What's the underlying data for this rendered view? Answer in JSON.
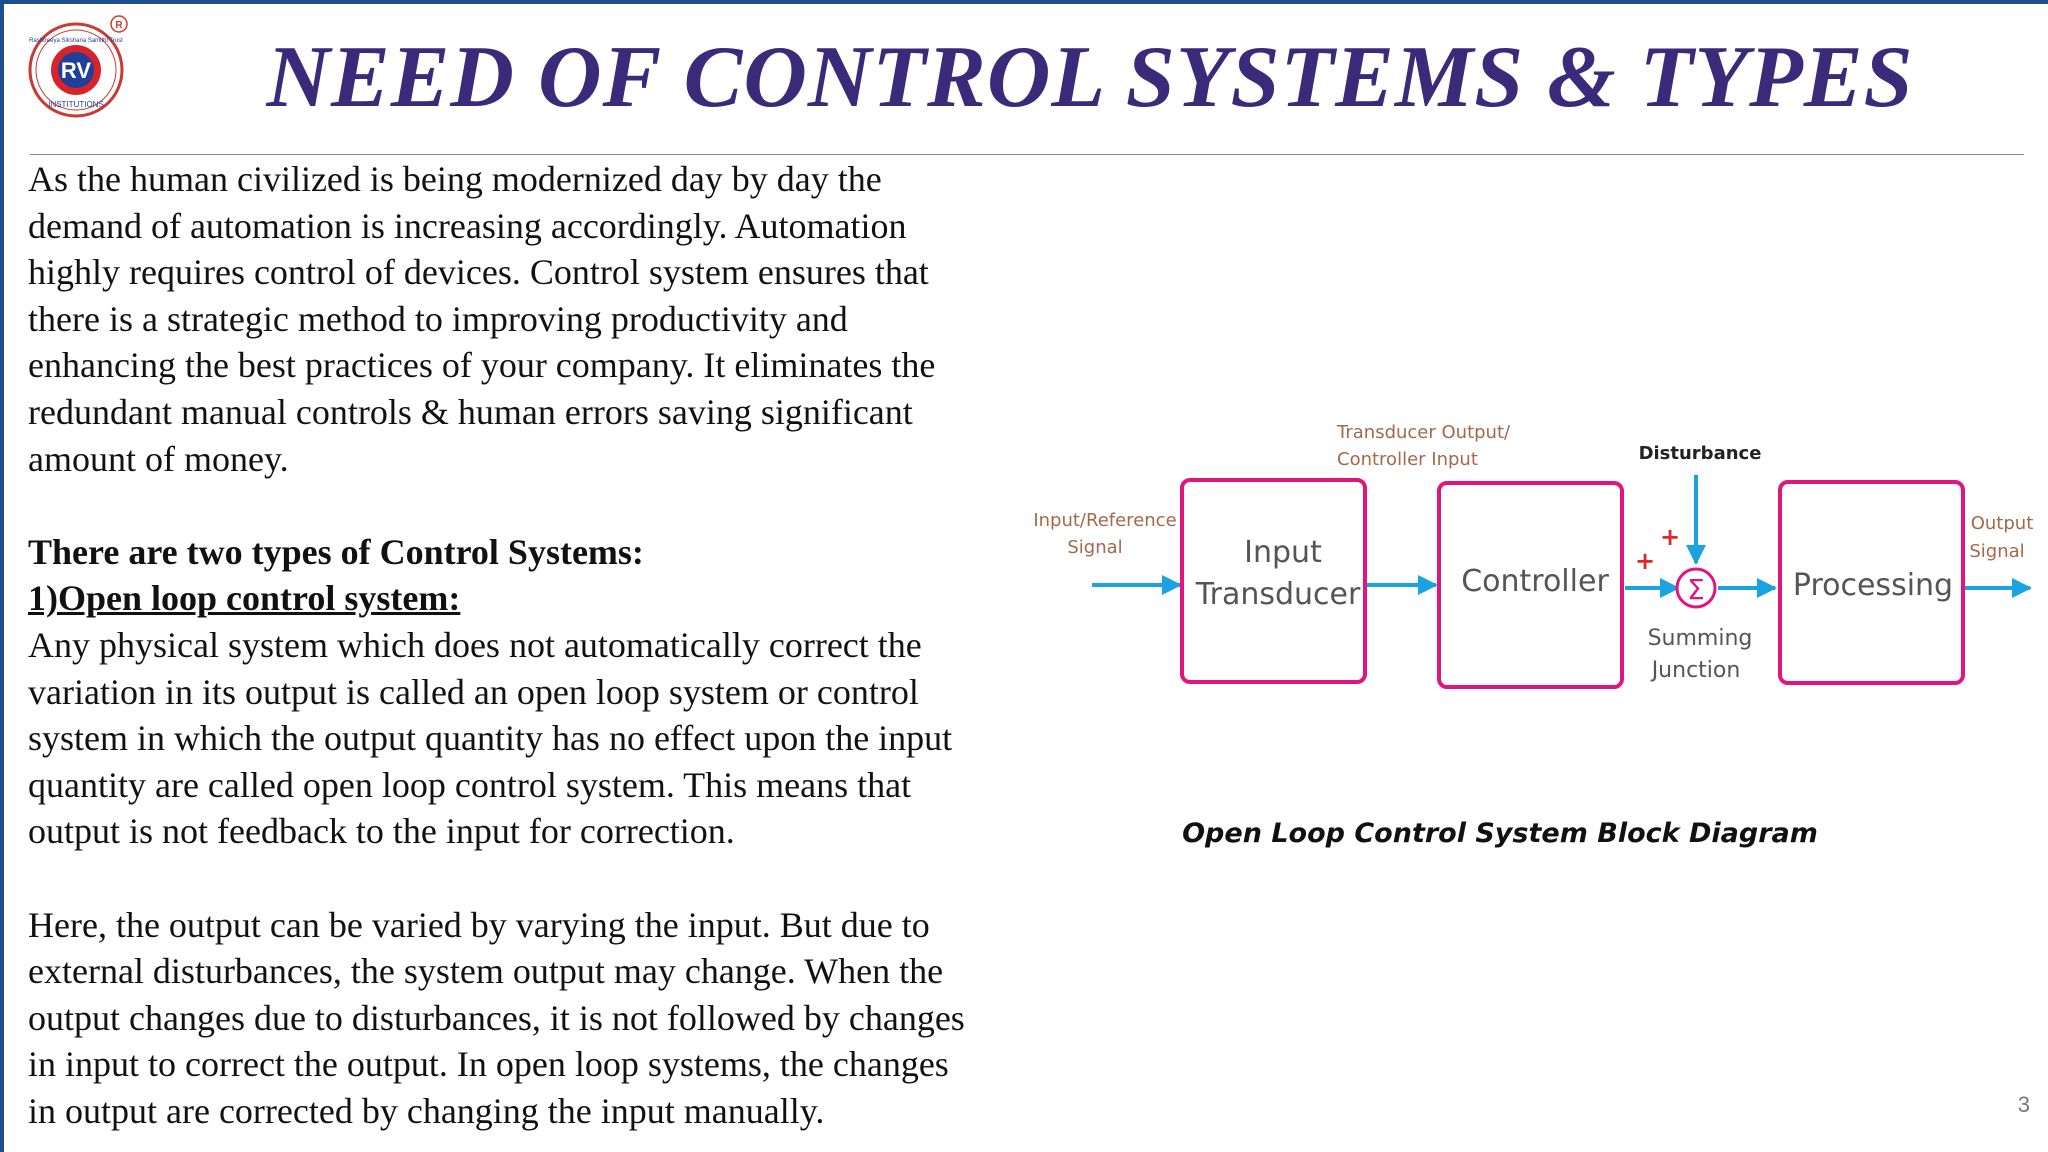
{
  "slide": {
    "title": "NEED OF CONTROL SYSTEMS & TYPES",
    "page_number": "3"
  },
  "logo": {
    "initials": "RV",
    "ring_text": "Rashtreeya Sikshana Samithi Trust",
    "bottom_text": "INSTITUTIONS",
    "registered_mark": "R"
  },
  "content": {
    "intro_lines": [
      "As the human civilized is being modernized day by day the",
      "demand of automation is increasing accordingly. Automation",
      "highly requires control of devices. Control system ensures that",
      "there is a strategic method to improving productivity and",
      "enhancing the best practices of your company. It eliminates the",
      "redundant manual controls & human errors saving significant",
      "amount of money."
    ],
    "types_heading": "There are two types of Control Systems:",
    "open_loop_heading": "1)Open loop control system:",
    "definition_lines": [
      "Any physical system which does not automatically correct the",
      "variation in its output is called an open loop system or control",
      "system in which the output quantity has no effect upon the input",
      "quantity are called open loop control system. This means that",
      "output is not feedback to the input for correction."
    ],
    "explanation_lines": [
      "Here, the output can be varied by varying the input. But due to",
      "external disturbances, the system output may change. When the",
      "output changes due to disturbances, it is not followed by changes",
      "in input to correct the output. In open loop systems, the changes",
      "in output are corrected by changing the input manually."
    ]
  },
  "diagram": {
    "input_label": [
      "Input/Reference",
      "Signal"
    ],
    "transducer_label": [
      "Transducer Output/",
      "Controller Input"
    ],
    "disturbance_label": "Disturbance",
    "output_label": [
      "Output",
      "Signal"
    ],
    "blocks": {
      "input_transducer": [
        "Input",
        "Transducer"
      ],
      "controller": "Controller",
      "processing": "Processing"
    },
    "summing_symbol": "Σ",
    "summing_label": [
      "Summing",
      "Junction"
    ],
    "plus_sign": "+",
    "caption": "Open Loop Control System Block Diagram",
    "colors": {
      "block_border": "#e0157d",
      "arrow": "#1aa3e0",
      "plus": "#e0262b"
    }
  }
}
